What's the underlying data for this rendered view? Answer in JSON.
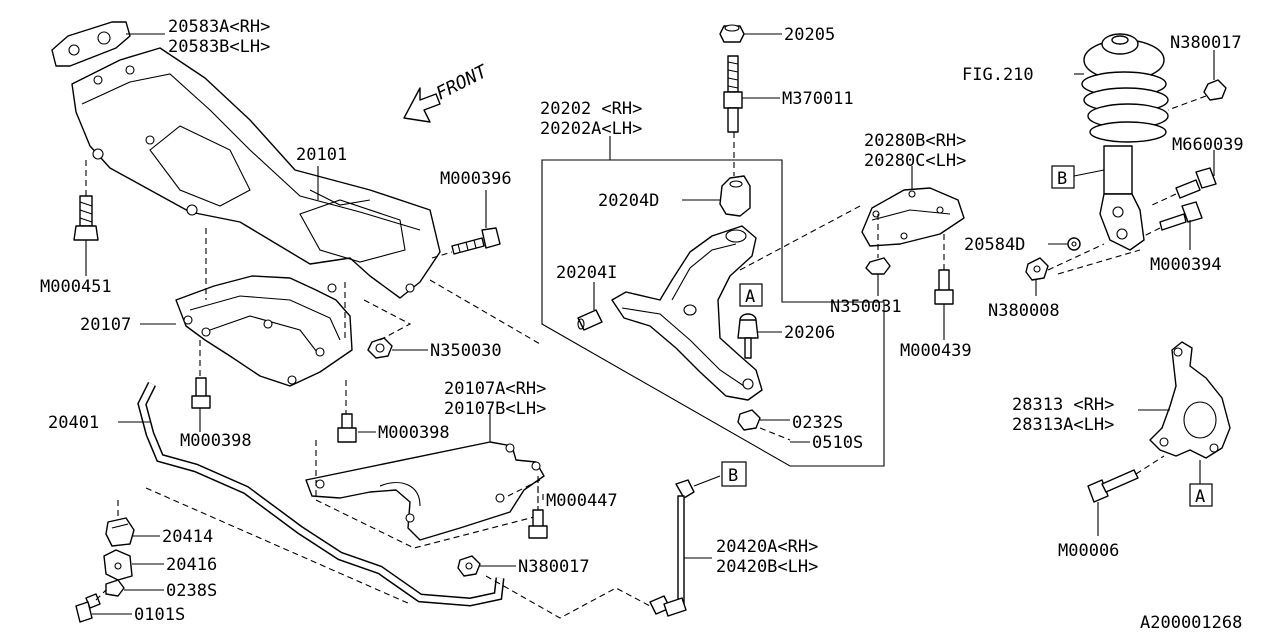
{
  "diagram_id": "A200001268",
  "direction_label": "FRONT",
  "callouts": {
    "b_strut": "B",
    "b_link": "B",
    "a_arm": "A",
    "a_knuckle": "A"
  },
  "labels": {
    "p20583": [
      "20583A<RH>",
      "20583B<LH>"
    ],
    "p20101": "20101",
    "pM000396": "M000396",
    "pM000451": "M000451",
    "p20107": "20107",
    "pN350030": "N350030",
    "p20401": "20401",
    "pM000398a": "M000398",
    "pM000398b": "M000398",
    "p20107A": [
      "20107A<RH>",
      "20107B<LH>"
    ],
    "p20414": "20414",
    "p20416": "20416",
    "p0238S": "0238S",
    "p0101S": "0101S",
    "pM000447": "M000447",
    "pN380017b": "N380017",
    "p20205": "20205",
    "pM370011": "M370011",
    "p20202": [
      "20202 <RH>",
      "20202A<LH>"
    ],
    "p20204D": "20204D",
    "p20204I": "20204I",
    "p20206": "20206",
    "p0232S": "0232S",
    "p0510S": "0510S",
    "p20280": [
      "20280B<RH>",
      "20280C<LH>"
    ],
    "pN350031": "N350031",
    "pM000439": "M000439",
    "p20420": [
      "20420A<RH>",
      "20420B<LH>"
    ],
    "pFIG210": "FIG.210",
    "pN380017a": "N380017",
    "pM660039": "M660039",
    "p20584D": "20584D",
    "pM000394": "M000394",
    "pN380008": "N380008",
    "p28313": [
      "28313 <RH>",
      "28313A<LH>"
    ],
    "pM00006": "M00006"
  }
}
